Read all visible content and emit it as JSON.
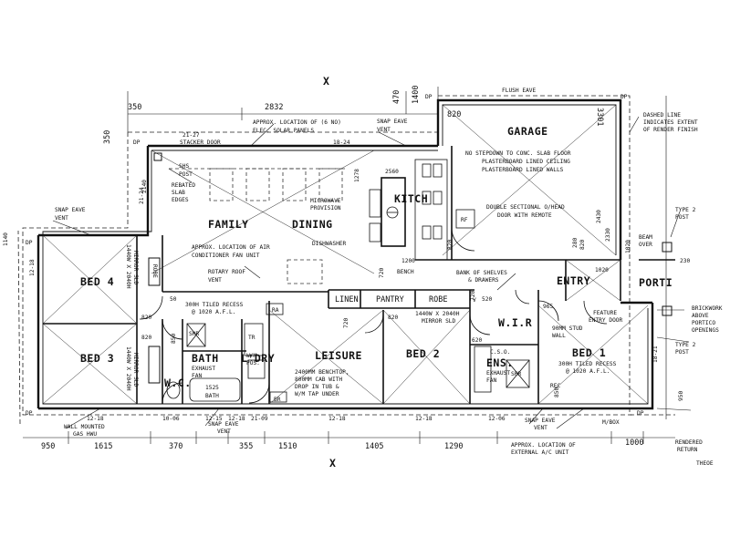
{
  "rooms": {
    "garage": "GARAGE",
    "family": "FAMILY",
    "dining": "DINING",
    "kitch": "KITCH",
    "bed4": "BED 4",
    "bed3": "BED 3",
    "bed2": "BED 2",
    "bed1": "BED 1",
    "leisure": "LEISURE",
    "bath": "BATH",
    "ldry": "L'DRY",
    "wc": "W.C.",
    "wir": "W.I.R",
    "ens": "ENS.",
    "entry": "ENTRY",
    "porti": "PORTI",
    "linen": "LINEN",
    "pantry": "PANTRY",
    "robe": "ROBE",
    "robe_v": "ROBE"
  },
  "notes": {
    "flush_eave": "FLUSH EAVE",
    "snap_eave_top": "SNAP EAVE",
    "snap_eave_top2": "VENT",
    "solar1": "APPROX. LOCATION OF (6 NO)",
    "solar2": "ELEC. SOLAR PANELS",
    "stacker": "STACKER DOOR",
    "dashed1": "DASHED LINE",
    "dashed2": "INDICATES EXTENT",
    "dashed3": "OF RENDER FINISH",
    "garage1": "NO STEPDOWN TO CONC. SLAB FLOOR",
    "garage2": "PLASTERBOARD LINED CEILING",
    "garage3": "PLASTERBOARD LINED WALLS",
    "overhead1": "DOUBLE SECTIONAL O/HEAD",
    "overhead2": "DOOR WITH REMOTE",
    "post_sb": "SHS",
    "post": "POST",
    "rebated1": "REBATED",
    "rebated2": "SLAB",
    "rebated3": "EDGES",
    "microwave1": "MICROWAVE",
    "microwave2": "PROVISION",
    "dishwasher": "DISHWASHER",
    "aircon1": "APPROX. LOCATION OF AIR",
    "aircon2": "CONDITIONER FAN UNIT",
    "roof1": "ROTARY ROOF",
    "roof2": "VENT",
    "bench": "BENCH",
    "shelves1": "BANK OF SHELVES",
    "shelves2": "& DRAWERS",
    "snap_left1": "SNAP EAVE",
    "snap_left2": "VENT",
    "tiled1": "300H TILED RECESS",
    "tiled2": "@ 1020 A.F.L.",
    "mirror_b4a": "1440W X 2040H",
    "mirror_b4b": "MIRROR SLD",
    "mirror_b3a": "1440W X 2040H",
    "mirror_b3b": "MIRROR SLD",
    "mirror_b2a": "1440W X 2040H",
    "mirror_b2b": "MIRROR SLD",
    "exhaust": "EXHAUST",
    "fan": "FAN",
    "bathsize": "1525",
    "bathword": "BATH",
    "leisure1": "2400MM BENCHTOP,",
    "leisure2": "800MM CAB WITH",
    "leisure3": "DROP IN TUB &",
    "leisure4": "W/M TAP UNDER",
    "stud1": "90MM STUD",
    "stud2": "WALL",
    "feature1": "FEATURE",
    "feature2": "ENTRY DOOR",
    "tiled_e1": "300H TILED RECESS",
    "tiled_e2": "@ 1020 A.F.L.",
    "type2a": "TYPE 2",
    "type2b": "POST",
    "beam1": "BEAM",
    "beam2": "OVER",
    "brick1": "BRICKWORK",
    "brick2": "ABOVE",
    "brick3": "PORTICO",
    "brick4": "OPENINGS",
    "gas1": "WALL MOUNTED",
    "gas2": "GAS HWU",
    "snap_bot1": "SNAP EAVE",
    "snap_bot2": "VENT",
    "snap_bot3": "SNAP EAVE",
    "snap_bot4": "VENT",
    "ac1": "APPROX. LOCATION OF",
    "ac2": "EXTERNAL A/C UNIT",
    "mbox": "M/BOX",
    "rendered1": "RENDERED",
    "rendered2": "RETURN",
    "csd": "C.S.O.",
    "dp": "DP",
    "x": "X",
    "ra": "RA",
    "br": "BR",
    "wm1": "W/M",
    "wm2": "POS.",
    "tr": "TR",
    "shr": "SHR",
    "rf": "RF",
    "recb": "REC",
    "slide": "V",
    "cut": "THEOE"
  },
  "dims": {
    "d350": "350",
    "d2832": "2832",
    "d470": "470",
    "d350l": "350",
    "d1400": "1400",
    "d820a": "820",
    "d3301": "3301",
    "d2127": "21-27",
    "d1824": "18-24",
    "d2124": "21-24",
    "d2430": "2430",
    "d2330": "2330",
    "d820g": "820",
    "d820g2": "820",
    "d1278": "1278",
    "d2560": "2560",
    "d1200": "1200",
    "d720": "720",
    "d820c": "820",
    "d820d": "820",
    "d720b": "720",
    "d820e": "820",
    "d520": "520",
    "d965": "965",
    "d620": "620",
    "d720c": "720",
    "d1020": "1020",
    "d1020b": "1020",
    "d230": "230",
    "d280": "280",
    "d1218a": "12-18",
    "d1218b": "12-18",
    "d1218c": "12-18",
    "d1218d": "12-18",
    "d1218e": "12-18",
    "d1206": "12-06",
    "d1006": "10-06",
    "d1215": "12-15",
    "d2109": "21-09",
    "d1821": "18-21",
    "d850": "850",
    "d950r": "950",
    "d850b": "850",
    "d950": "950",
    "d1615": "1615",
    "d370": "370",
    "d355": "355",
    "d1510": "1510",
    "d1405": "1405",
    "d1290": "1290",
    "d1000": "1000",
    "d1140": "1140",
    "d50": "50",
    "d2140": "2140"
  }
}
